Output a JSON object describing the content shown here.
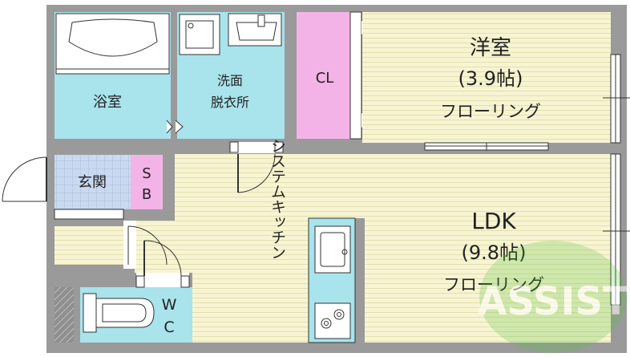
{
  "rooms": {
    "bathroom": "浴室",
    "washroom_line1": "洗面",
    "washroom_line2": "脱衣所",
    "closet": "CL",
    "western_room": "洋室",
    "western_size": "(3.9帖)",
    "western_floor": "フローリング",
    "entrance": "玄関",
    "shoe_box_1": "S",
    "shoe_box_2": "B",
    "kitchen": "システムキッチン",
    "ldk": "LDK",
    "ldk_size": "(9.8帖)",
    "ldk_floor": "フローリング",
    "toilet_1": "W",
    "toilet_2": "C"
  },
  "watermark": "ASSIST",
  "colors": {
    "wall": "#9a9a9a",
    "floor_wood": "#f7f4d2",
    "wet_area": "#a9e3ec",
    "closet": "#f4b3e6",
    "entrance_tile": "#c9d9ef",
    "watermark": "#55c23a"
  }
}
